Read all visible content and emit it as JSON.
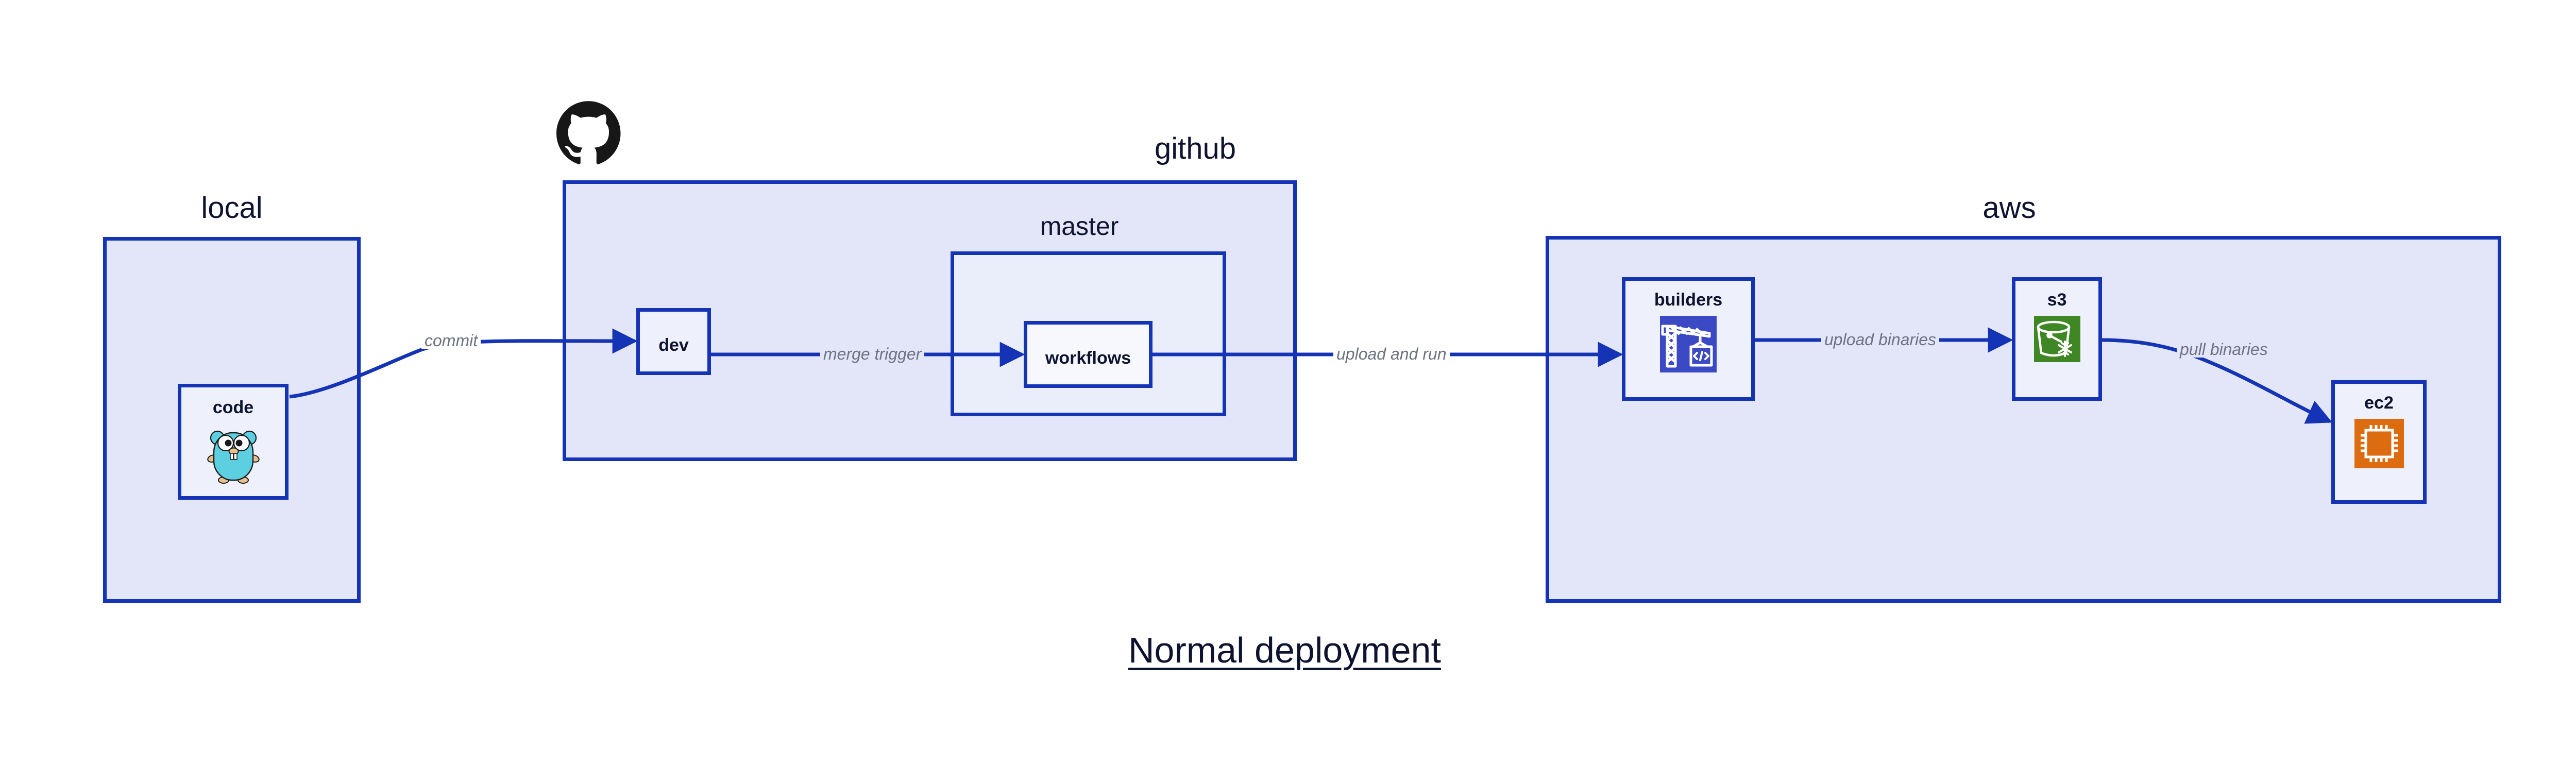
{
  "diagram": {
    "title": "Normal deployment",
    "accent_border": "#1433b5",
    "zone_fill": "#e2e6f8",
    "subzone_fill": "#eaeefb",
    "node_fill": "#eef1fc",
    "edge_label_color": "#6b7280",
    "text_color": "#0e1330"
  },
  "zones": [
    {
      "id": "local",
      "label": "local"
    },
    {
      "id": "github",
      "label": "github"
    },
    {
      "id": "aws",
      "label": "aws"
    }
  ],
  "subzones": [
    {
      "id": "master",
      "label": "master"
    }
  ],
  "nodes": [
    {
      "id": "code",
      "label": "code",
      "icon": "go-gopher-icon",
      "icon_color": "#5ccfe0"
    },
    {
      "id": "dev",
      "label": "dev",
      "icon": null,
      "icon_color": null
    },
    {
      "id": "workflows",
      "label": "workflows",
      "icon": null,
      "icon_color": null
    },
    {
      "id": "builders",
      "label": "builders",
      "icon": "aws-codebuild-crane-icon",
      "icon_color": "#3b49c4"
    },
    {
      "id": "s3",
      "label": "s3",
      "icon": "aws-s3-bucket-icon",
      "icon_color": "#3f8624"
    },
    {
      "id": "ec2",
      "label": "ec2",
      "icon": "aws-ec2-chip-icon",
      "icon_color": "#dd6b10"
    }
  ],
  "edges": [
    {
      "id": "code-to-dev",
      "label": "commit",
      "from": "code",
      "to": "dev"
    },
    {
      "id": "dev-to-workflows",
      "label": "merge trigger",
      "from": "dev",
      "to": "workflows"
    },
    {
      "id": "workflows-to-builders",
      "label": "upload and run",
      "from": "workflows",
      "to": "builders"
    },
    {
      "id": "builders-to-s3",
      "label": "upload binaries",
      "from": "builders",
      "to": "s3"
    },
    {
      "id": "s3-to-ec2",
      "label": "pull binaries",
      "from": "s3",
      "to": "ec2"
    }
  ],
  "logos": [
    {
      "id": "github-logo",
      "name": "github-octocat-icon",
      "color": "#181717"
    }
  ]
}
